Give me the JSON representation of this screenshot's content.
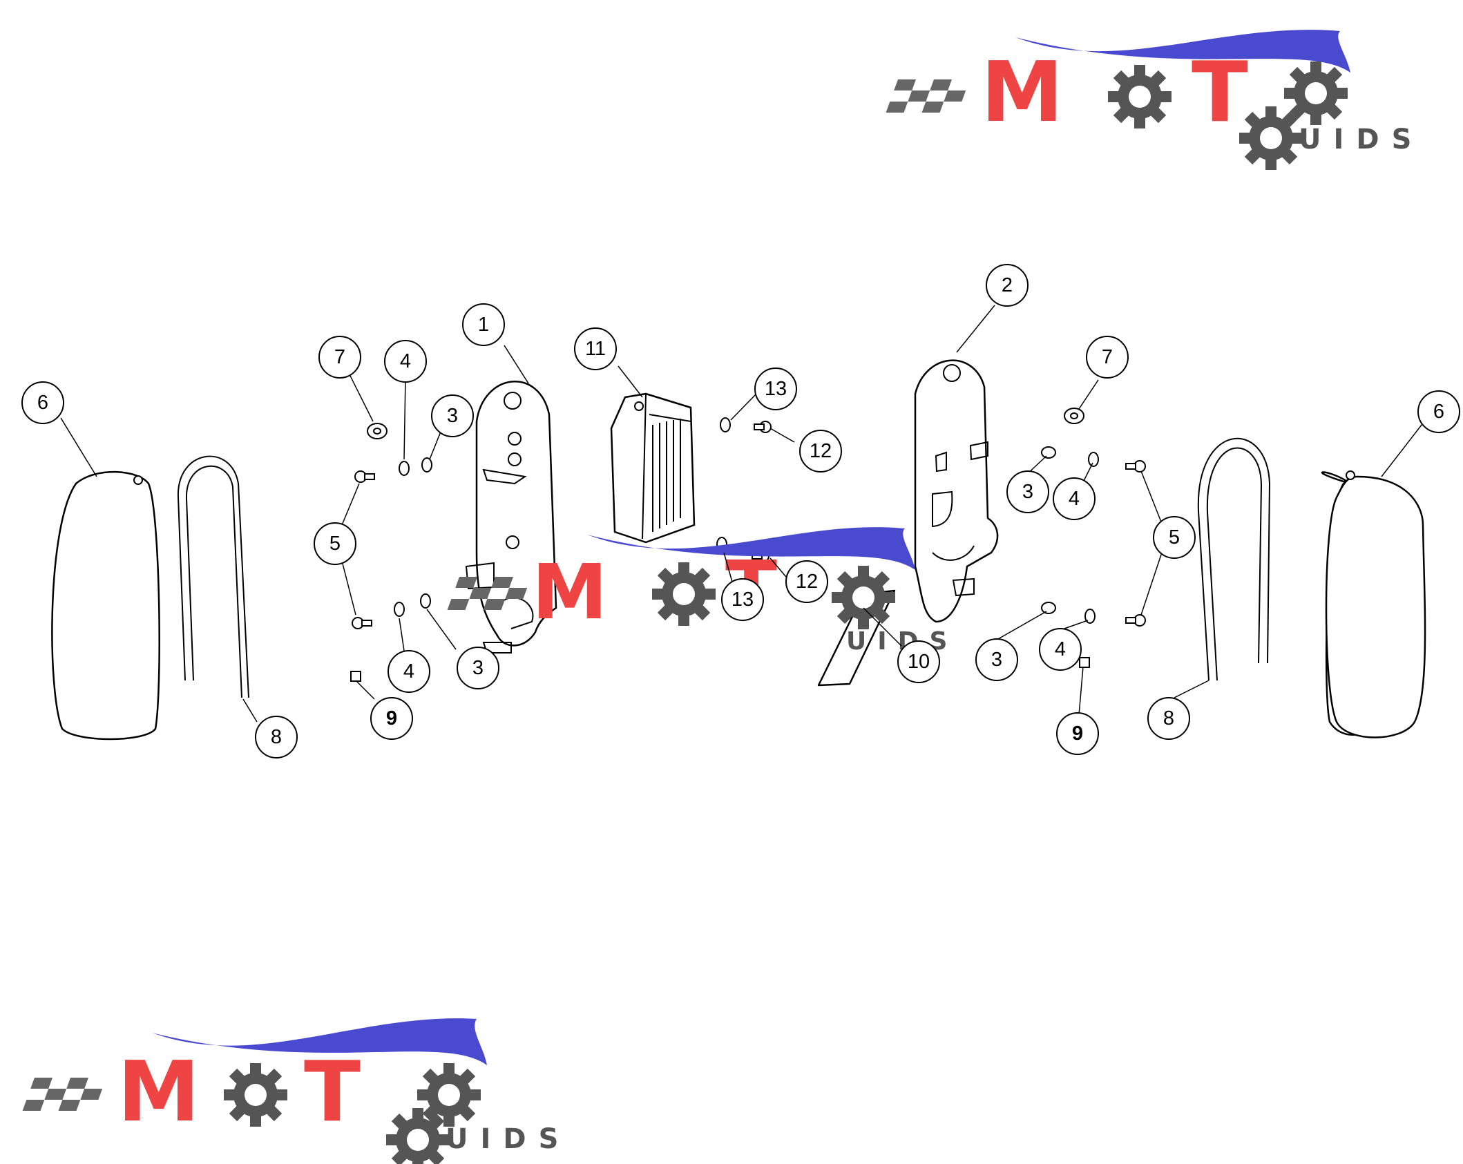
{
  "callouts": [
    {
      "id": "c1",
      "label": "1"
    },
    {
      "id": "c2",
      "label": "2"
    },
    {
      "id": "c3a",
      "label": "3"
    },
    {
      "id": "c3b",
      "label": "3"
    },
    {
      "id": "c3c",
      "label": "3"
    },
    {
      "id": "c3d",
      "label": "3"
    },
    {
      "id": "c4a",
      "label": "4"
    },
    {
      "id": "c4b",
      "label": "4"
    },
    {
      "id": "c4c",
      "label": "4"
    },
    {
      "id": "c4d",
      "label": "4"
    },
    {
      "id": "c5a",
      "label": "5"
    },
    {
      "id": "c5b",
      "label": "5"
    },
    {
      "id": "c6a",
      "label": "6"
    },
    {
      "id": "c6b",
      "label": "6"
    },
    {
      "id": "c7a",
      "label": "7"
    },
    {
      "id": "c7b",
      "label": "7"
    },
    {
      "id": "c8a",
      "label": "8"
    },
    {
      "id": "c8b",
      "label": "8"
    },
    {
      "id": "c9a",
      "label": "9"
    },
    {
      "id": "c9b",
      "label": "9"
    },
    {
      "id": "c10",
      "label": "10"
    },
    {
      "id": "c11",
      "label": "11"
    },
    {
      "id": "c12a",
      "label": "12"
    },
    {
      "id": "c12b",
      "label": "12"
    },
    {
      "id": "c13a",
      "label": "13"
    },
    {
      "id": "c13b",
      "label": "13"
    }
  ],
  "logo": {
    "brand": "MOTO",
    "sub": "GUIDS",
    "colors": {
      "red": "#ee4444",
      "blue": "#4a4ad0",
      "gray": "#555555"
    }
  }
}
